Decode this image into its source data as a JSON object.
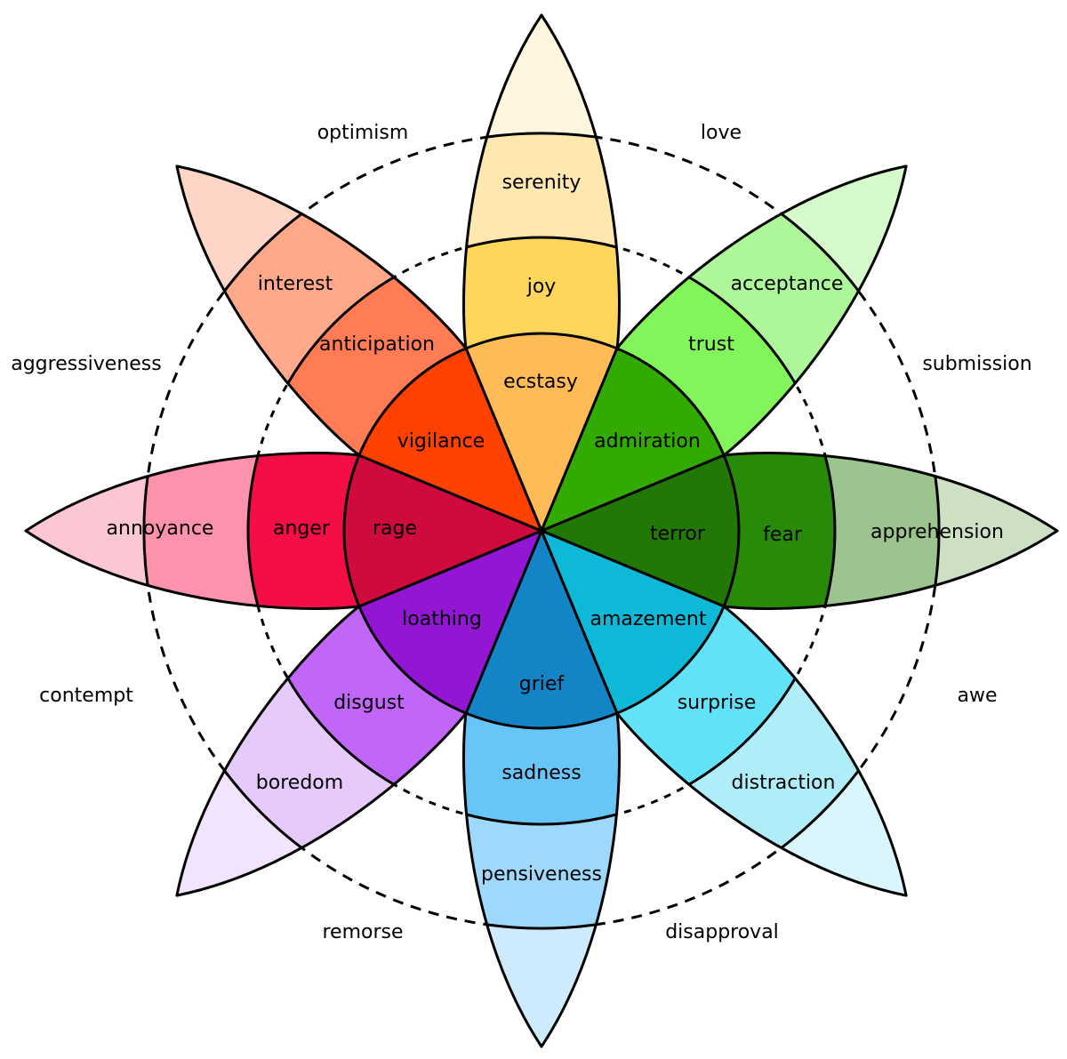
{
  "petals": [
    {
      "bands": [
        "ecstasy",
        "joy",
        "serenity"
      ],
      "colors": [
        "#FFBB55",
        "#FFD65C",
        "#FFE8B0",
        "#FFF6DF"
      ]
    },
    {
      "bands": [
        "admiration",
        "trust",
        "acceptance"
      ],
      "colors": [
        "#33AA00",
        "#82F55A",
        "#ADF79A",
        "#D6FACB"
      ]
    },
    {
      "bands": [
        "terror",
        "fear",
        "apprehension"
      ],
      "colors": [
        "#217805",
        "#278A08",
        "#9DC38E",
        "#CDE0C4"
      ]
    },
    {
      "bands": [
        "amazement",
        "surprise",
        "distraction"
      ],
      "colors": [
        "#0DB9D7",
        "#62E2F7",
        "#AFEEF9",
        "#D8F6FC"
      ]
    },
    {
      "bands": [
        "grief",
        "sadness",
        "pensiveness"
      ],
      "colors": [
        "#1385C6",
        "#67C5F8",
        "#9ED9FB",
        "#CDEBFD"
      ]
    },
    {
      "bands": [
        "loathing",
        "disgust",
        "boredom"
      ],
      "colors": [
        "#9216D4",
        "#C266FA",
        "#E7CAFC",
        "#F3E4FD"
      ]
    },
    {
      "bands": [
        "rage",
        "anger",
        "annoyance"
      ],
      "colors": [
        "#CF0A3C",
        "#F40E45",
        "#FD92AD",
        "#FCC7D4"
      ]
    },
    {
      "bands": [
        "vigilance",
        "anticipation",
        "interest"
      ],
      "colors": [
        "#FF4100",
        "#FF7C55",
        "#FFA88A",
        "#FFD5C8"
      ]
    }
  ],
  "dyads": [
    "love",
    "submission",
    "awe",
    "disapproval",
    "remorse",
    "contempt",
    "aggressiveness",
    "optimism"
  ]
}
